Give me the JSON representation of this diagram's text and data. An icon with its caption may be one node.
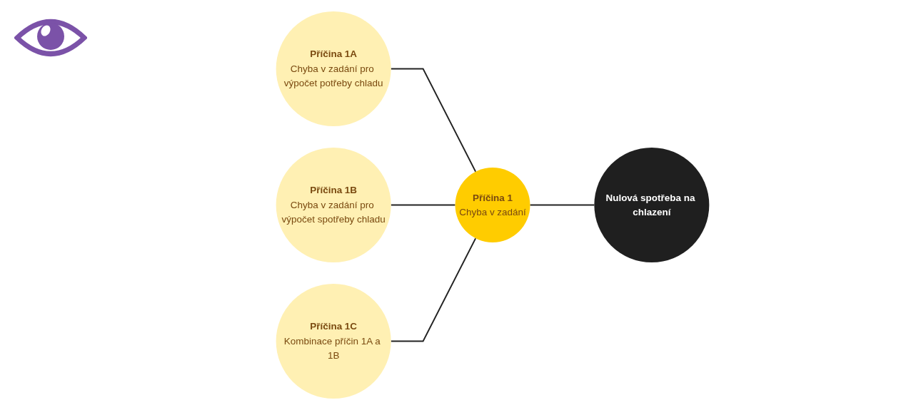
{
  "diagram": {
    "nodes": [
      {
        "text": [
          "Příčina 1A",
          "Chyba v zadání pro výpočet potřeby chladu"
        ]
      },
      {
        "text": [
          "Příčina 1B",
          "Chyba v zadání pro výpočet spotřeby chladu"
        ]
      },
      {
        "text": [
          "Příčina 1",
          "Chyba v zadání"
        ]
      },
      {
        "text": [
          "Příčina 1C",
          "Kombinace příčin 1A a 1B"
        ]
      },
      {
        "text": [
          "Nulová spotřeba na chlazení"
        ]
      }
    ],
    "edges": [
      {
        "from": 0,
        "to": 2,
        "arrow": "none"
      },
      {
        "from": 1,
        "to": 2,
        "arrow": "none"
      },
      {
        "from": 3,
        "to": 2,
        "arrow": "none"
      },
      {
        "from": 2,
        "to": 4,
        "arrow": "none"
      }
    ]
  }
}
